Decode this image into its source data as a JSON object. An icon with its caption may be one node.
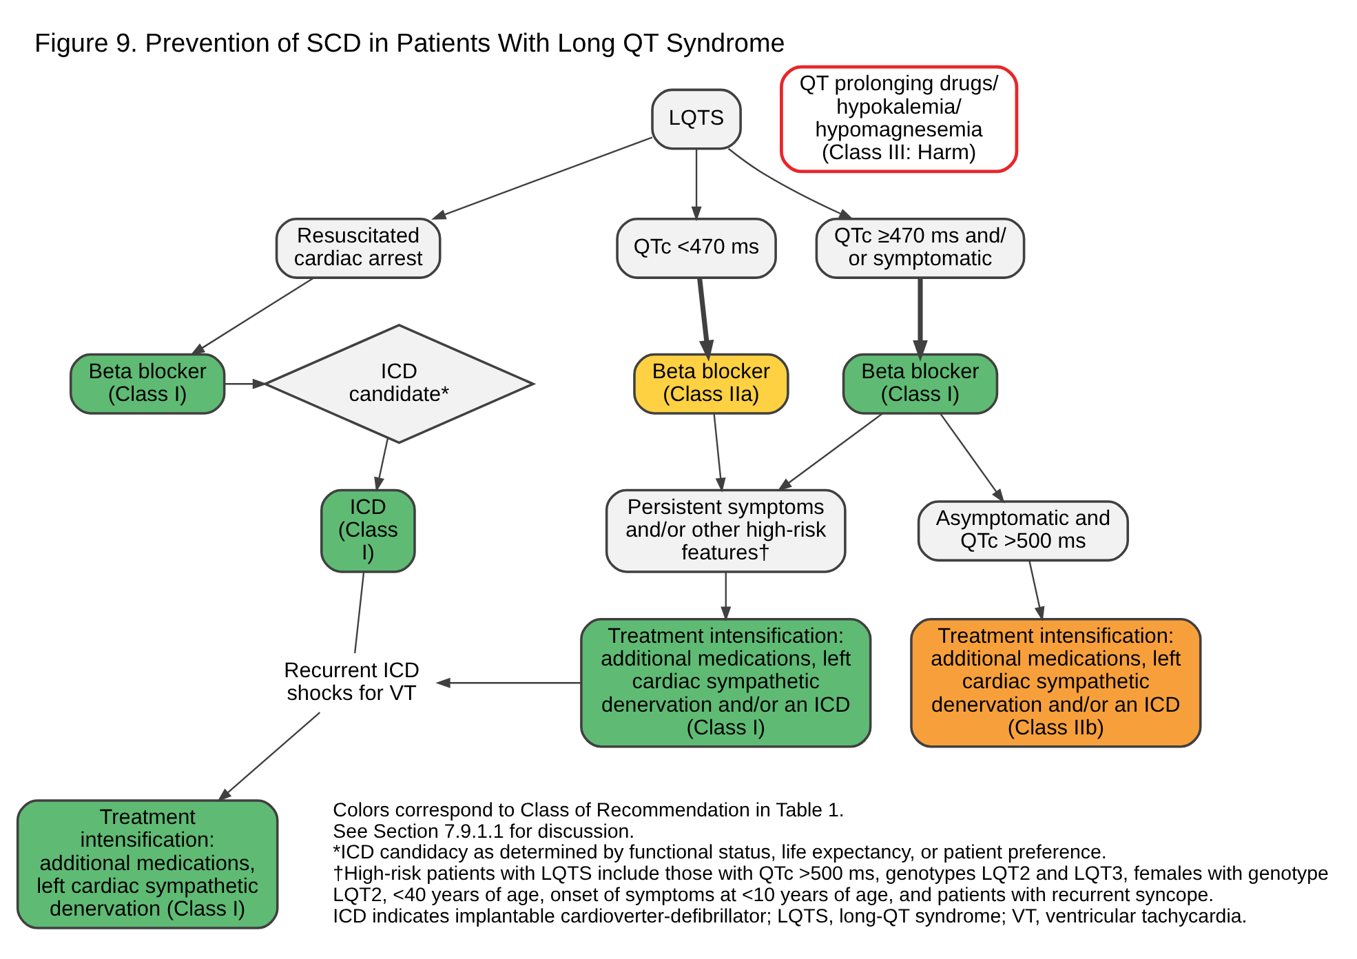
{
  "diagram": {
    "title": "Figure 9. Prevention of SCD in Patients With Long QT Syndrome",
    "nodes": [
      {
        "text": [
          "LQTS"
        ]
      },
      {
        "text": [
          "Resuscitated cardiac arrest"
        ]
      },
      {
        "text": [
          "QTc <470 ms"
        ]
      },
      {
        "text": [
          "QTc ≥470 ms and/ or symptomatic"
        ]
      },
      {
        "text": [
          "QT prolonging drugs/ hypokalemia/ hypomagnesemia (Class III: Harm)"
        ]
      },
      {
        "text": [
          "ICD candidate*"
        ]
      },
      {
        "text": [
          "Beta blocker (Class I)"
        ]
      },
      {
        "text": [
          "Beta blocker (Class IIa)"
        ]
      },
      {
        "text": [
          "Beta blocker (Class I)"
        ]
      },
      {
        "text": [
          "ICD (Class I)"
        ]
      },
      {
        "text": [
          "Recurrent ICD shocks for VT"
        ]
      },
      {
        "text": [
          "Persistent symptoms and/or other high-risk features†"
        ]
      },
      {
        "text": [
          "Asymptomatic and QTc >500 ms"
        ]
      },
      {
        "text": [
          "Treatment intensification: additional medications, left cardiac sympathetic denervation (Class I)"
        ]
      },
      {
        "text": [
          "Treatment intensification: additional medications, left cardiac sympathetic denervation and/or an ICD (Class I)"
        ]
      },
      {
        "text": [
          "Treatment intensification: additional medications, left cardiac sympathetic denervation and/or an ICD (Class IIb)"
        ]
      }
    ],
    "edges": [
      {
        "from": 0,
        "to": 1,
        "arrow": "to"
      },
      {
        "from": 0,
        "to": 2,
        "arrow": "to"
      },
      {
        "from": 0,
        "to": 3,
        "arrow": "to"
      },
      {
        "from": 1,
        "to": 6,
        "arrow": "to"
      },
      {
        "from": 6,
        "to": 5,
        "arrow": "to"
      },
      {
        "from": 2,
        "to": 7,
        "arrow": "to",
        "style": "thick"
      },
      {
        "from": 3,
        "to": 8,
        "arrow": "to",
        "style": "thick"
      },
      {
        "from": 5,
        "to": 9,
        "arrow": "to"
      },
      {
        "from": 9,
        "to": 10,
        "arrow": "none"
      },
      {
        "from": 7,
        "to": 11,
        "arrow": "to"
      },
      {
        "from": 8,
        "to": 11,
        "arrow": "to"
      },
      {
        "from": 8,
        "to": 12,
        "arrow": "to"
      },
      {
        "from": 10,
        "to": 13,
        "arrow": "to"
      },
      {
        "from": 14,
        "to": 10,
        "arrow": "to"
      },
      {
        "from": 11,
        "to": 14,
        "arrow": "to"
      },
      {
        "from": 12,
        "to": 15,
        "arrow": "to"
      }
    ],
    "labels": [
      "Colors correspond to Class of Recommendation in Table 1.",
      "See Section 7.9.1.1 for discussion.",
      "*ICD candidacy as determined by functional status, life expectancy, or patient preference.",
      "†High-risk patients with LQTS include those with QTc >500 ms, genotypes LQT2 and LQT3, females with genotype LQT2, <40 years of age, onset of symptoms at <10 years of age, and patients with recurrent syncope.",
      "ICD indicates implantable cardioverter-defibrillator; LQTS, long-QT syndrome; VT, ventricular tachycardia."
    ]
  }
}
